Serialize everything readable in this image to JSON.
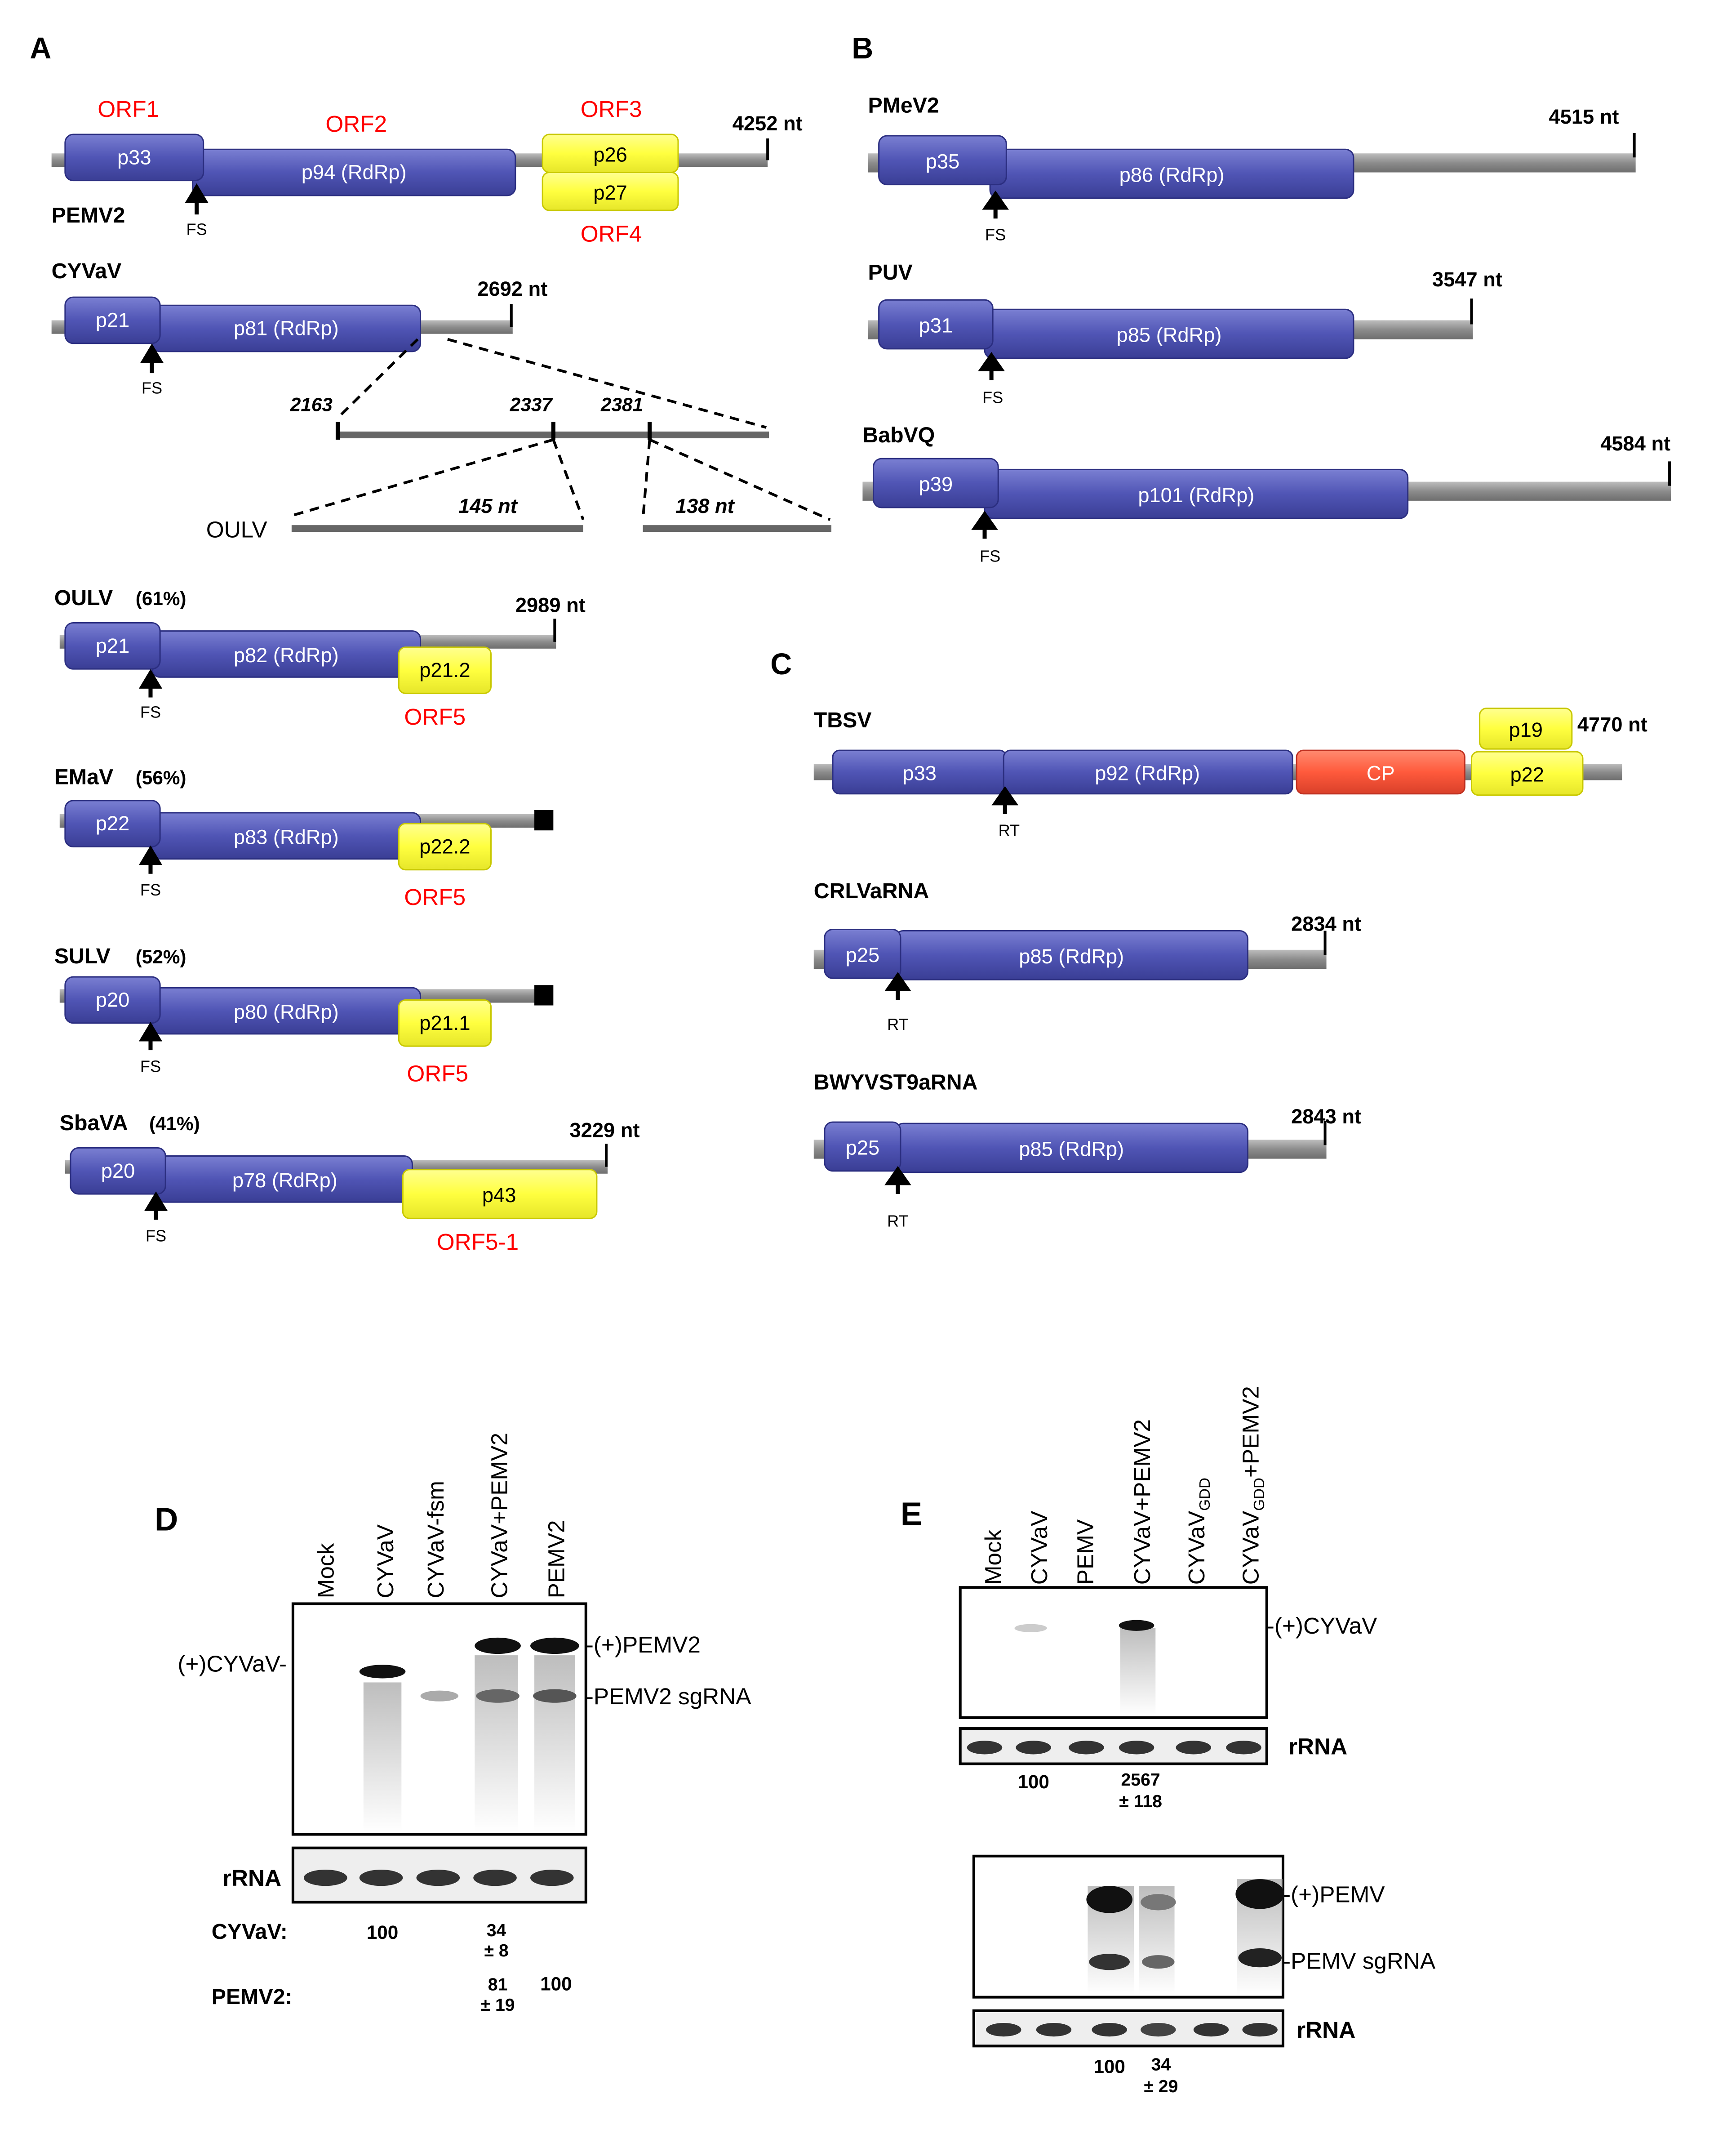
{
  "colors": {
    "orf_blue": "#5055B5",
    "orf_yellow": "#FFFF3F",
    "orf_red": "#FF5A3C",
    "label_red": "#FF0000",
    "backbone": "#8C8C8C"
  },
  "panels": {
    "A": "A",
    "B": "B",
    "C": "C",
    "D": "D",
    "E": "E"
  },
  "a": {
    "pemv2": {
      "name": "PEMV2",
      "length": "4252 nt",
      "orf1": "ORF1",
      "orf2": "ORF2",
      "orf3": "ORF3",
      "orf4": "ORF4",
      "p33": "p33",
      "p94": "p94 (RdRp)",
      "p26": "p26",
      "p27": "p27",
      "fs": "FS"
    },
    "cyvav": {
      "name": "CYVaV",
      "length": "2692 nt",
      "p21": "p21",
      "p81": "p81 (RdRp)",
      "fs": "FS",
      "pos1": "2163",
      "pos2": "2337",
      "pos3": "2381"
    },
    "oulv_insert": {
      "name": "OULV",
      "seg1": "145 nt",
      "seg2": "138 nt"
    },
    "oulv": {
      "name": "OULV",
      "pct": "(61%)",
      "length": "2989 nt",
      "p21": "p21",
      "p82": "p82 (RdRp)",
      "p212": "p21.2",
      "orf": "ORF5",
      "fs": "FS"
    },
    "emav": {
      "name": "EMaV",
      "pct": "(56%)",
      "p22": "p22",
      "p83": "p83 (RdRp)",
      "p222": "p22.2",
      "orf": "ORF5",
      "fs": "FS"
    },
    "sulv": {
      "name": "SULV",
      "pct": "(52%)",
      "p20": "p20",
      "p80": "p80 (RdRp)",
      "p211": "p21.1",
      "orf": "ORF5",
      "fs": "FS"
    },
    "sbava": {
      "name": "SbaVA",
      "pct": "(41%)",
      "length": "3229 nt",
      "p20": "p20",
      "p78": "p78 (RdRp)",
      "p43": "p43",
      "orf": "ORF5-1",
      "fs": "FS"
    }
  },
  "b": {
    "pmev2": {
      "name": "PMeV2",
      "length": "4515 nt",
      "p35": "p35",
      "p86": "p86 (RdRp)",
      "fs": "FS"
    },
    "puv": {
      "name": "PUV",
      "length": "3547 nt",
      "p31": "p31",
      "p85": "p85 (RdRp)",
      "fs": "FS"
    },
    "babvq": {
      "name": "BabVQ",
      "length": "4584 nt",
      "p39": "p39",
      "p101": "p101 (RdRp)",
      "fs": "FS"
    }
  },
  "c": {
    "tbsv": {
      "name": "TBSV",
      "length": "4770 nt",
      "p33": "p33",
      "p92": "p92 (RdRp)",
      "cp": "CP",
      "p19": "p19",
      "p22": "p22",
      "rt": "RT"
    },
    "crlv": {
      "name": "CRLVaRNA",
      "length": "2834 nt",
      "p25": "p25",
      "p85": "p85 (RdRp)",
      "rt": "RT"
    },
    "bwyv": {
      "name": "BWYVST9aRNA",
      "length": "2843 nt",
      "p25": "p25",
      "p85": "p85 (RdRp)",
      "rt": "RT"
    }
  },
  "d": {
    "lanes": [
      "Mock",
      "CYVaV",
      "CYVaV-fsm",
      "CYVaV+PEMV2",
      "PEMV2"
    ],
    "left_label": "(+)CYVaV-",
    "right_label1": "-(+)PEMV2",
    "right_label2": "-PEMV2 sgRNA",
    "rrna": "rRNA",
    "row1_label": "CYVaV:",
    "row1_v1": "100",
    "row1_v2": "34",
    "row1_v2b": "± 8",
    "row2_label": "PEMV2:",
    "row2_v1": "81",
    "row2_v1b": "± 19",
    "row2_v2": "100"
  },
  "e": {
    "lanes": [
      "Mock",
      "CYVaV",
      "PEMV",
      "CYVaV+PEMV2"
    ],
    "lane5_main": "CYVaV",
    "lane5_sub": "GDD",
    "lane6_main": "CYVaV",
    "lane6_sub": "GDD",
    "lane6_tail": "+PEMV2",
    "top_label": "-(+)CYVaV",
    "rrna1": "rRNA",
    "q1_v1": "100",
    "q1_v2": "2567",
    "q1_v2b": "± 118",
    "bot_label1": "-(+)PEMV",
    "bot_label2": "-PEMV sgRNA",
    "rrna2": "rRNA",
    "q2_v1": "100",
    "q2_v2": "34",
    "q2_v2b": "± 29"
  }
}
